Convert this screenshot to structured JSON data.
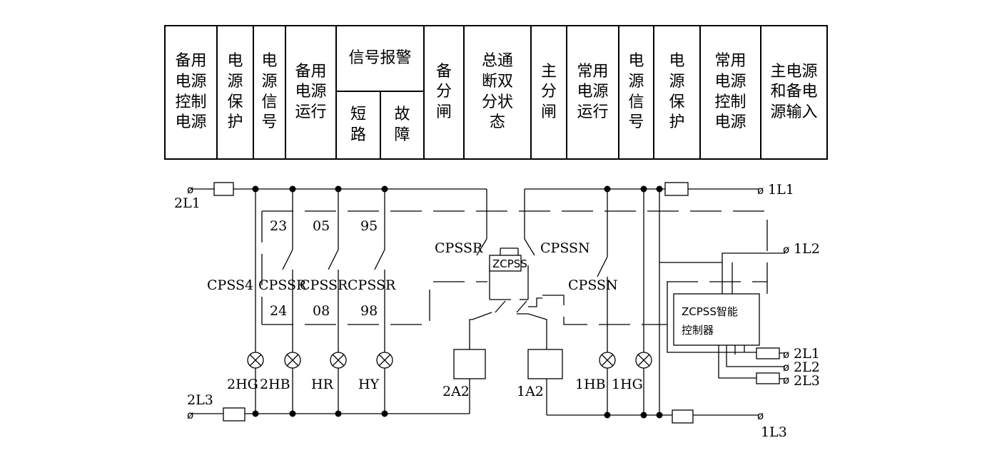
{
  "header": {
    "columns": [
      {
        "label": "备用\n电源\n控制\n电源"
      },
      {
        "label": "电\n源\n保\n护"
      },
      {
        "label": "电\n源\n信\n号"
      },
      {
        "label": "备用\n电源\n运行"
      },
      {
        "label": "信号报警",
        "children": [
          {
            "label": "短\n路"
          },
          {
            "label": "故\n障"
          }
        ]
      },
      {
        "label": "备\n分\n闸"
      },
      {
        "label": "总通\n断双\n分状\n态"
      },
      {
        "label": "主\n分\n闸"
      },
      {
        "label": "常用\n电源\n运行"
      },
      {
        "label": "电\n源\n信\n号"
      },
      {
        "label": "电\n源\n保\n护"
      },
      {
        "label": "常用\n电源\n控制\n电源"
      },
      {
        "label": "主电源\n和备电\n源输入"
      }
    ]
  },
  "diagram": {
    "terminals": {
      "t2L1": "2L1",
      "t2L3": "2L3",
      "t1L1": "1L1",
      "t1L2": "1L2",
      "t1L3": "1L3",
      "r2L1": "2L1",
      "r2L2": "2L2",
      "r2L3": "2L3"
    },
    "contacts": {
      "top": [
        "23",
        "05",
        "95"
      ],
      "bottom": [
        "24",
        "08",
        "98"
      ],
      "cpssr": [
        "CPSSR",
        "CPSSR",
        "CPSSR"
      ],
      "cpss4": "CPSS4",
      "cpssr_center": "CPSSR",
      "cpssn_center": "CPSSN",
      "cpssn_right": "CPSSN"
    },
    "zcpss": "ZCPSS",
    "controller": {
      "line1": "ZCPSS智能",
      "line2": "控制器"
    },
    "lamps": [
      "2HG",
      "2HB",
      "HR",
      "HY",
      "1HB",
      "1HG"
    ],
    "coils": [
      "2A2",
      "1A2"
    ]
  }
}
